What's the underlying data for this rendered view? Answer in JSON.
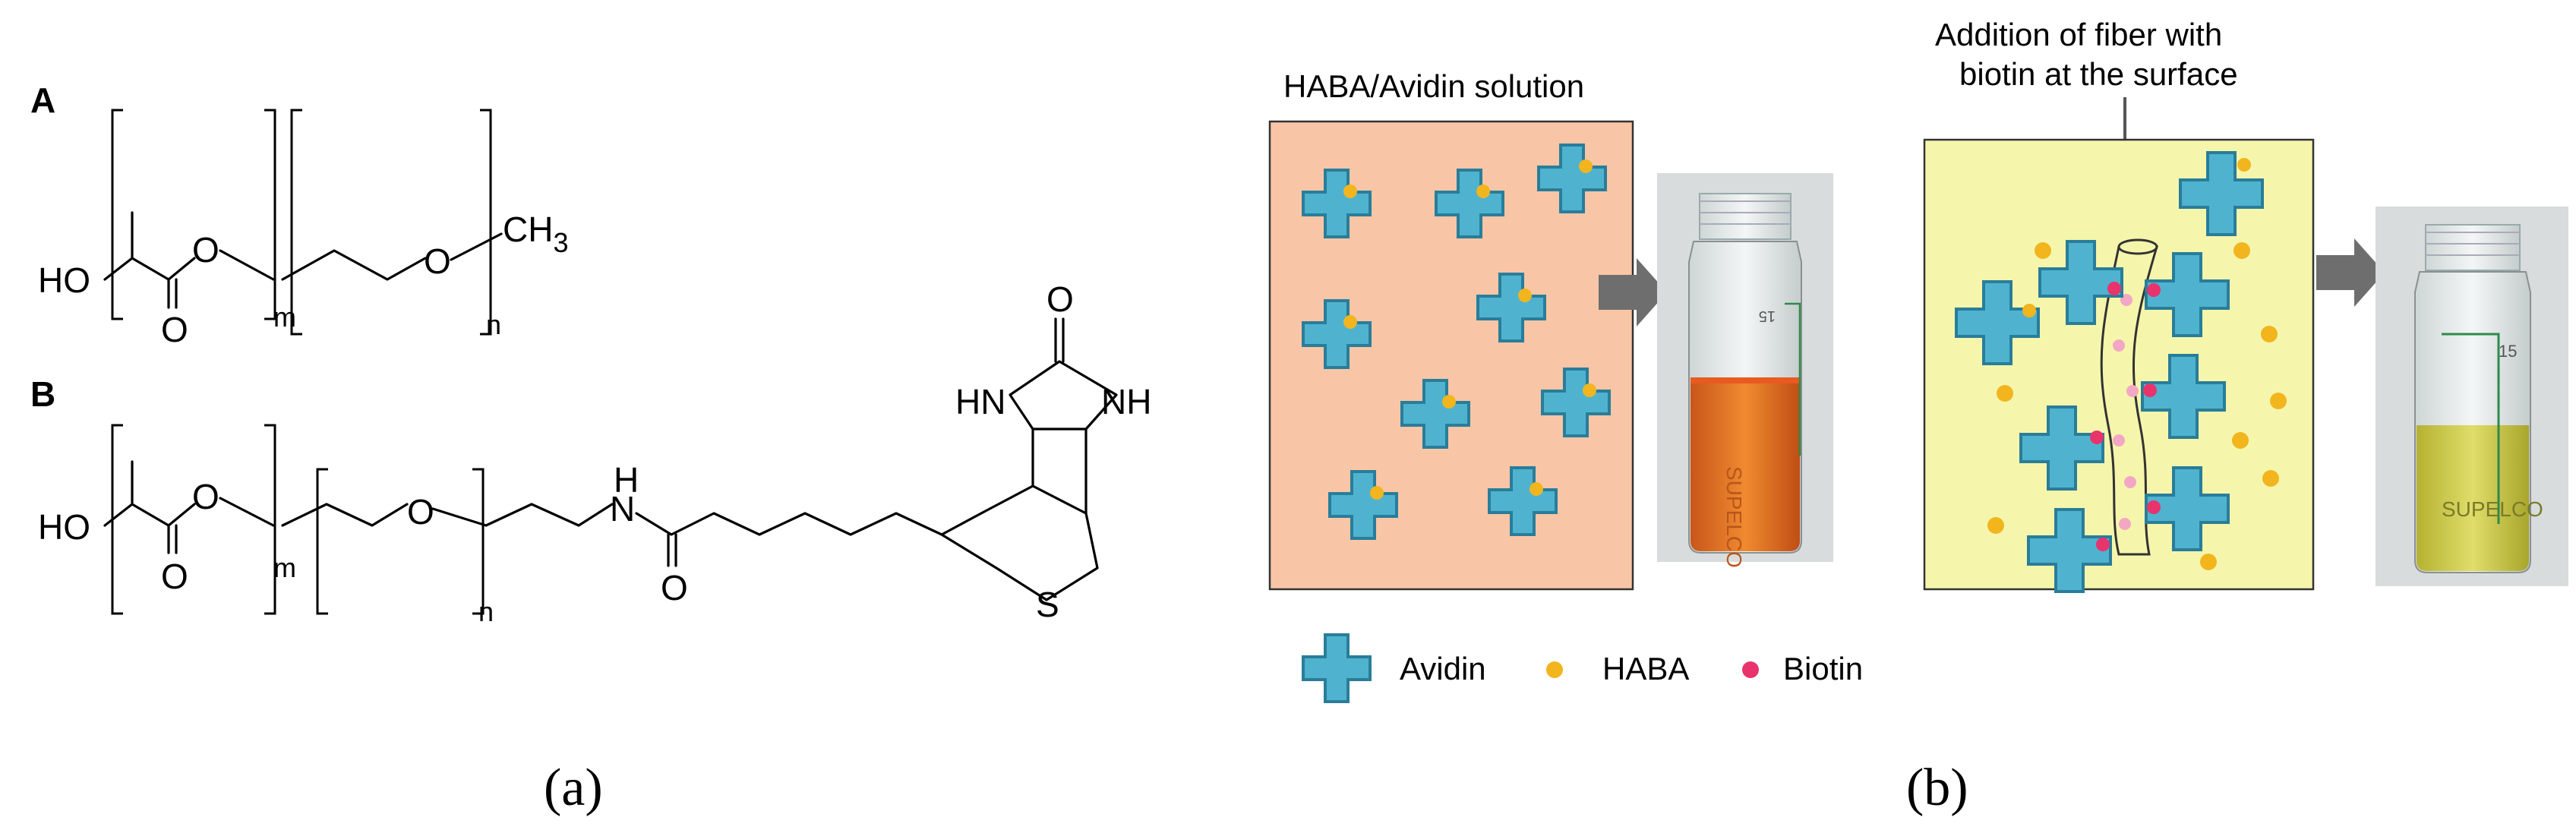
{
  "panel_a": {
    "caption": "(a)",
    "structure_A": {
      "label": "A",
      "ho": "HO",
      "o_ester": "O",
      "o_carbonyl": "O",
      "o_ether": "O",
      "ch3": "CH",
      "ch3_sub": "3",
      "m": "m",
      "n": "n"
    },
    "structure_B": {
      "label": "B",
      "ho": "HO",
      "o_ester": "O",
      "o_carbonyl": "O",
      "o_ether": "O",
      "n_amide": "N",
      "h_amide": "H",
      "o_amide": "O",
      "hn_left": "HN",
      "nh_right": "NH",
      "o_urea": "O",
      "s": "S",
      "m": "m",
      "n": "n"
    }
  },
  "panel_b": {
    "caption": "(b)",
    "solution_title": "HABA/Avidin solution",
    "fiber_note_line1": "Addition of fiber with",
    "fiber_note_line2": "biotin at the surface",
    "vial_left": {
      "mark": "15",
      "brand": "SUPELCO",
      "liquid_color": "#e8731c"
    },
    "vial_right": {
      "mark": "15",
      "brand": "SUPELCO",
      "liquid_color": "#d4d24a"
    },
    "legend": {
      "avidin": "Avidin",
      "haba": "HABA",
      "biotin": "Biotin"
    },
    "colors": {
      "avidin": "#4fb3cf",
      "avidin_stroke": "#2a7d99",
      "haba": "#f2b51e",
      "biotin": "#e8336d",
      "biotin_light": "#f4a7c4",
      "box_left": "#f8c6a6",
      "box_right": "#f5f6ac",
      "arrow": "#6e6e6e"
    }
  }
}
